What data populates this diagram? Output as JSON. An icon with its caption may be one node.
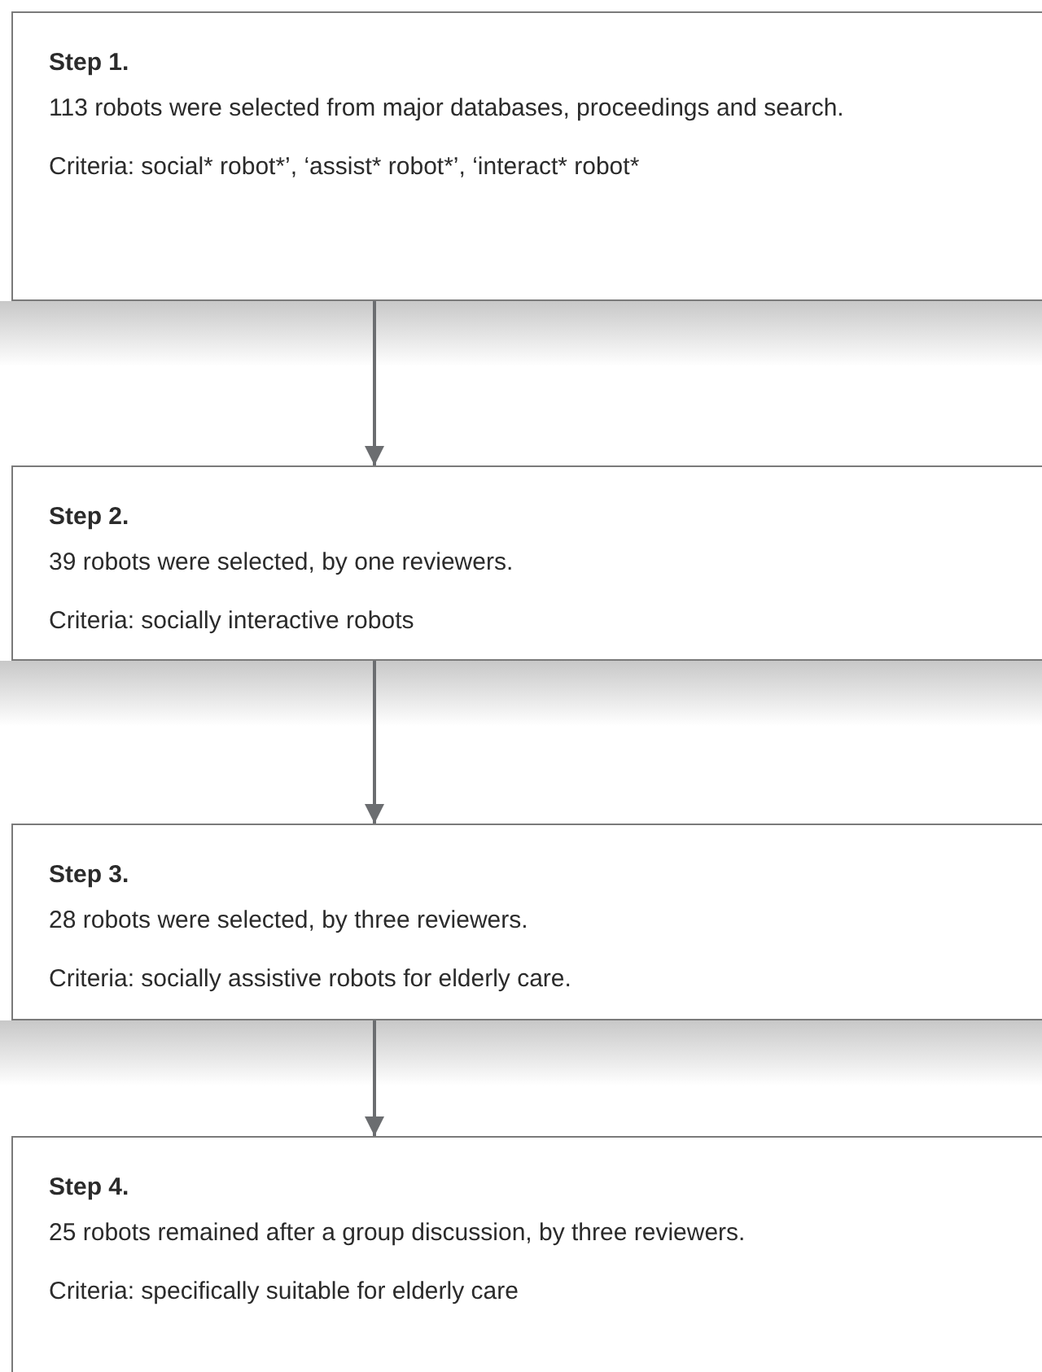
{
  "diagram": {
    "nodes": [
      {
        "text": [
          "Step 1.",
          "113 robots were selected from major databases, proceedings and search.",
          "Criteria: social* robot*’, ‘assist* robot*’, ‘interact* robot*"
        ]
      },
      {
        "text": [
          "Step 2.",
          "39 robots were selected, by one reviewers.",
          "Criteria: socially interactive robots"
        ]
      },
      {
        "text": [
          "Step 3.",
          "28 robots were selected, by three reviewers.",
          "Criteria: socially assistive robots for elderly care."
        ]
      },
      {
        "text": [
          "Step 4.",
          "25 robots remained after a group discussion, by three reviewers.",
          "Criteria:  specifically suitable for elderly care"
        ]
      }
    ],
    "edges": [
      {
        "from": 0,
        "to": 1,
        "arrow": "to"
      },
      {
        "from": 1,
        "to": 2,
        "arrow": "to"
      },
      {
        "from": 2,
        "to": 3,
        "arrow": "to"
      }
    ]
  }
}
